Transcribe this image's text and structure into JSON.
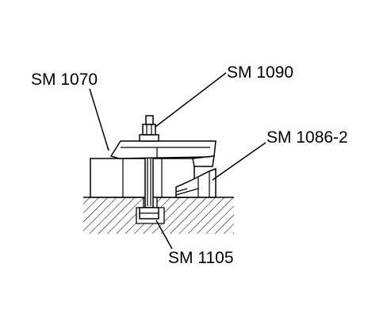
{
  "diagram": {
    "labels": {
      "sm1070": "SM 1070",
      "sm1090": "SM 1090",
      "sm1086_2": "SM 1086-2",
      "sm1105": "SM 1105"
    },
    "colors": {
      "line": "#000000",
      "background": "#ffffff"
    }
  }
}
